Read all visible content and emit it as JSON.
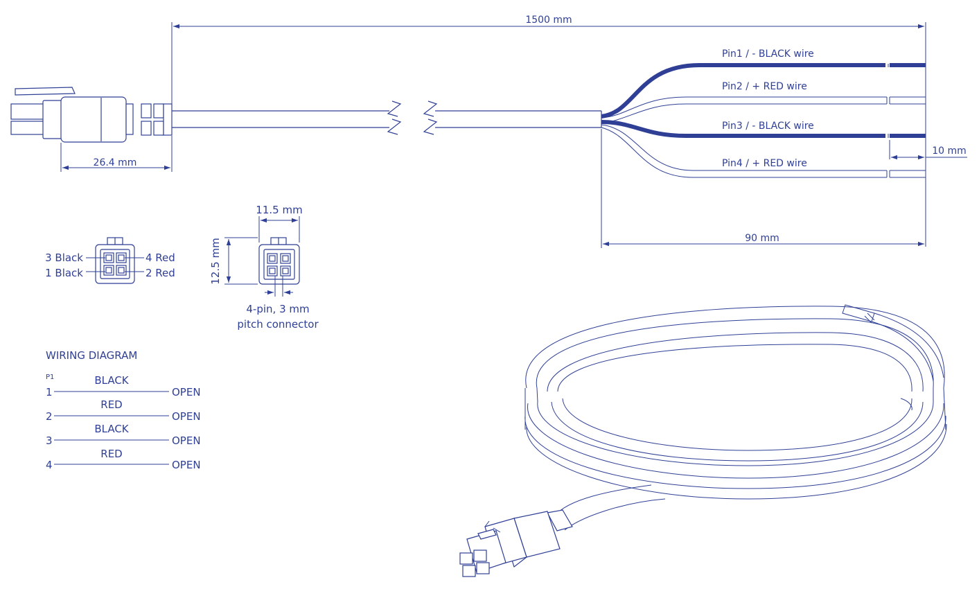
{
  "colors": {
    "ink": "#2e3f95",
    "background": "#ffffff"
  },
  "dimensions": {
    "total_length": "1500 mm",
    "connector_length": "26.4 mm",
    "strip_length": "10 mm",
    "breakout_length": "90 mm",
    "face_width": "11.5 mm",
    "face_height": "12.5 mm"
  },
  "wires": {
    "pin1": "Pin1 / - BLACK wire",
    "pin2": "Pin2 / + RED wire",
    "pin3": "Pin3 / - BLACK wire",
    "pin4": "Pin4 / + RED wire"
  },
  "pinout": {
    "p3": "3 Black",
    "p4": "4 Red",
    "p1": "1 Black",
    "p2": "2 Red"
  },
  "connector_caption": {
    "line1": "4-pin, 3 mm",
    "line2": "pitch connector"
  },
  "wiring": {
    "title": "WIRING DIAGRAM",
    "header": "P1",
    "rows": [
      {
        "pin": "1",
        "color": "BLACK",
        "end": "OPEN"
      },
      {
        "pin": "2",
        "color": "RED",
        "end": "OPEN"
      },
      {
        "pin": "3",
        "color": "BLACK",
        "end": "OPEN"
      },
      {
        "pin": "4",
        "color": "RED",
        "end": "OPEN"
      }
    ]
  }
}
